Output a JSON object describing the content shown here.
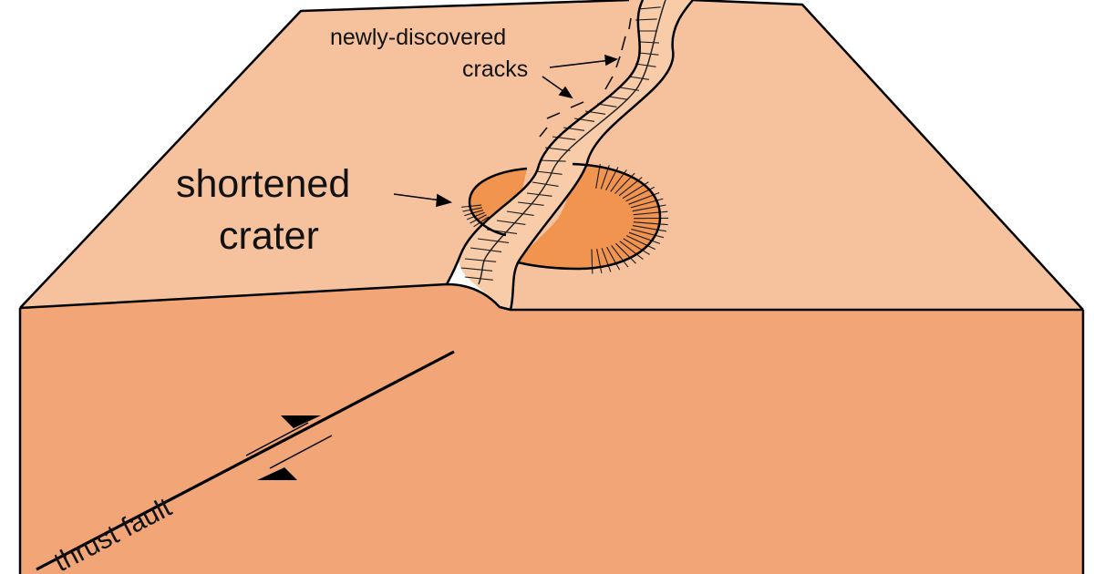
{
  "labels": {
    "cracks_line1": "newly-discovered",
    "cracks_line2": "cracks",
    "crater_line1": "shortened",
    "crater_line2": "crater",
    "fault": "thrust fault"
  },
  "colors": {
    "top_surface": "#f6c29e",
    "front_face": "#f2a677",
    "crater_fill": "#f0944f",
    "scarp_fill": "#f8cca8",
    "outline": "#000000"
  },
  "icons": {
    "fault_motion_upper": "arrow-half-right",
    "fault_motion_lower": "arrow-half-left"
  }
}
